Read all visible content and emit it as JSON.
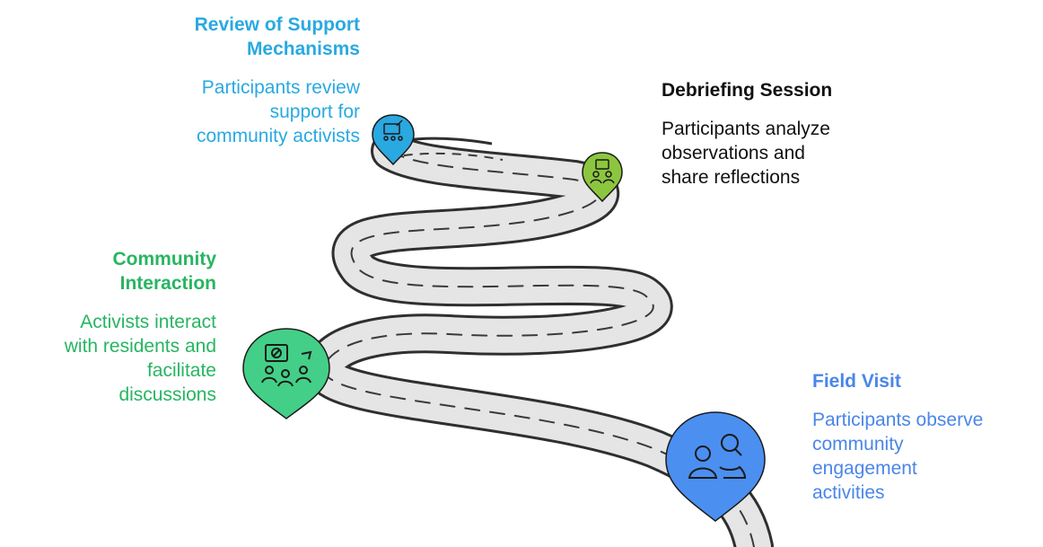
{
  "colors": {
    "review": "#29a9e1",
    "debrief": "#111111",
    "community": "#27b561",
    "field": "#4a86e8",
    "pin_review": "#2aa8e0",
    "pin_debrief": "#8cc63f",
    "pin_community": "#43cf87",
    "pin_field": "#4b8ff0",
    "road_fill": "#e4e4e4",
    "road_edge": "#333333"
  },
  "steps": [
    {
      "id": "review",
      "title": "Review of Support\nMechanisms",
      "description": "Participants review\nsupport for\ncommunity activists",
      "icon": "support-review-icon"
    },
    {
      "id": "debrief",
      "title": "Debriefing Session",
      "description": "Participants analyze\nobservations and\nshare reflections",
      "icon": "debriefing-icon"
    },
    {
      "id": "community",
      "title": "Community\nInteraction",
      "description": "Activists interact\nwith residents and\nfacilitate\ndiscussions",
      "icon": "community-interaction-icon"
    },
    {
      "id": "field",
      "title": "Field Visit",
      "description": "Participants observe\ncommunity\nengagement\nactivities",
      "icon": "field-visit-icon"
    }
  ]
}
